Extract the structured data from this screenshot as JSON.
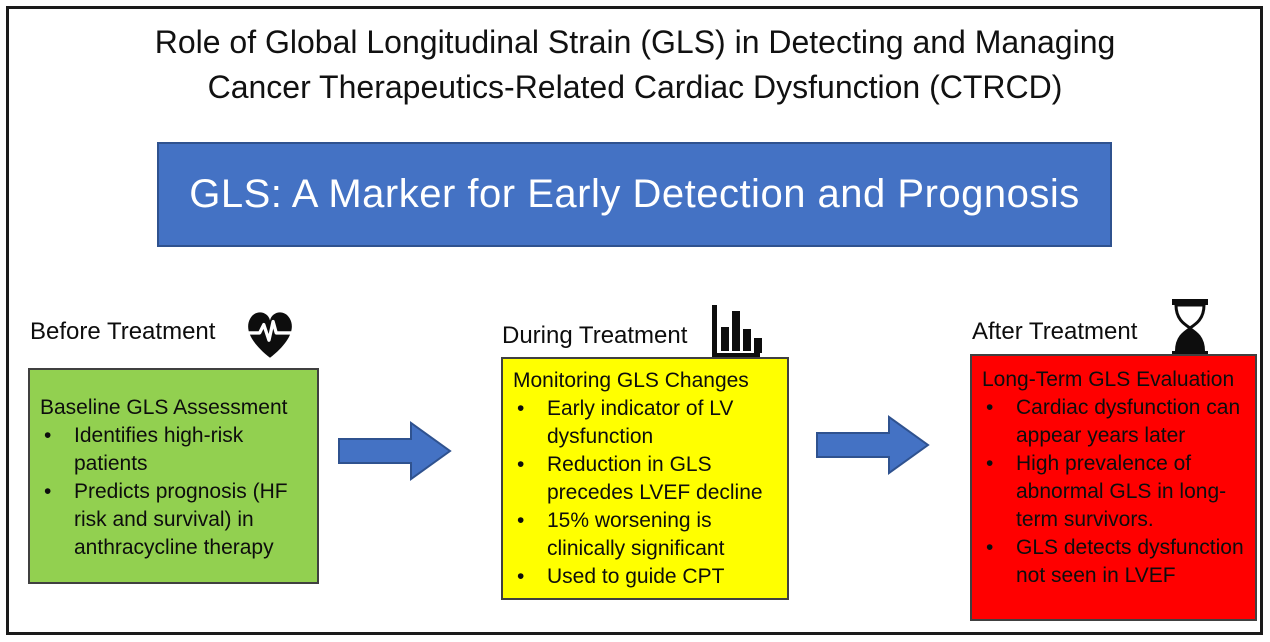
{
  "diagram_title": {
    "line1": "Role of Global Longitudinal Strain (GLS) in Detecting and Managing",
    "line2": "Cancer Therapeutics-Related Cardiac Dysfunction (CTRCD)"
  },
  "banner": {
    "text": "GLS: A Marker for Early Detection and Prognosis",
    "fill": "#4472C4",
    "border_color": "#2F528F",
    "text_color": "#FFFFFF"
  },
  "arrows": {
    "fill": "#4472C4",
    "border_color": "#2F528F"
  },
  "stages": [
    {
      "label": "Before Treatment",
      "icon": "heart-ecg",
      "box": {
        "fill": "#92D050",
        "border_color": "#404040",
        "heading": "Baseline GLS Assessment",
        "bullets": [
          "Identifies high-risk patients",
          "Predicts prognosis (HF risk and survival) in anthracycline therapy"
        ]
      }
    },
    {
      "label": "During Treatment",
      "icon": "bar-chart",
      "box": {
        "fill": "#FFFF00",
        "border_color": "#404040",
        "heading": "Monitoring GLS Changes",
        "bullets": [
          "Early indicator of LV dysfunction",
          "Reduction in GLS precedes LVEF decline",
          "15% worsening is clinically significant",
          "Used to guide CPT"
        ]
      }
    },
    {
      "label": "After Treatment",
      "icon": "hourglass",
      "box": {
        "fill": "#FF0000",
        "border_color": "#404040",
        "heading": "Long-Term GLS Evaluation",
        "bullets": [
          "Cardiac dysfunction can appear years later",
          "High prevalence of abnormal GLS in long-term survivors.",
          "GLS detects dysfunction not seen in LVEF"
        ]
      }
    }
  ]
}
